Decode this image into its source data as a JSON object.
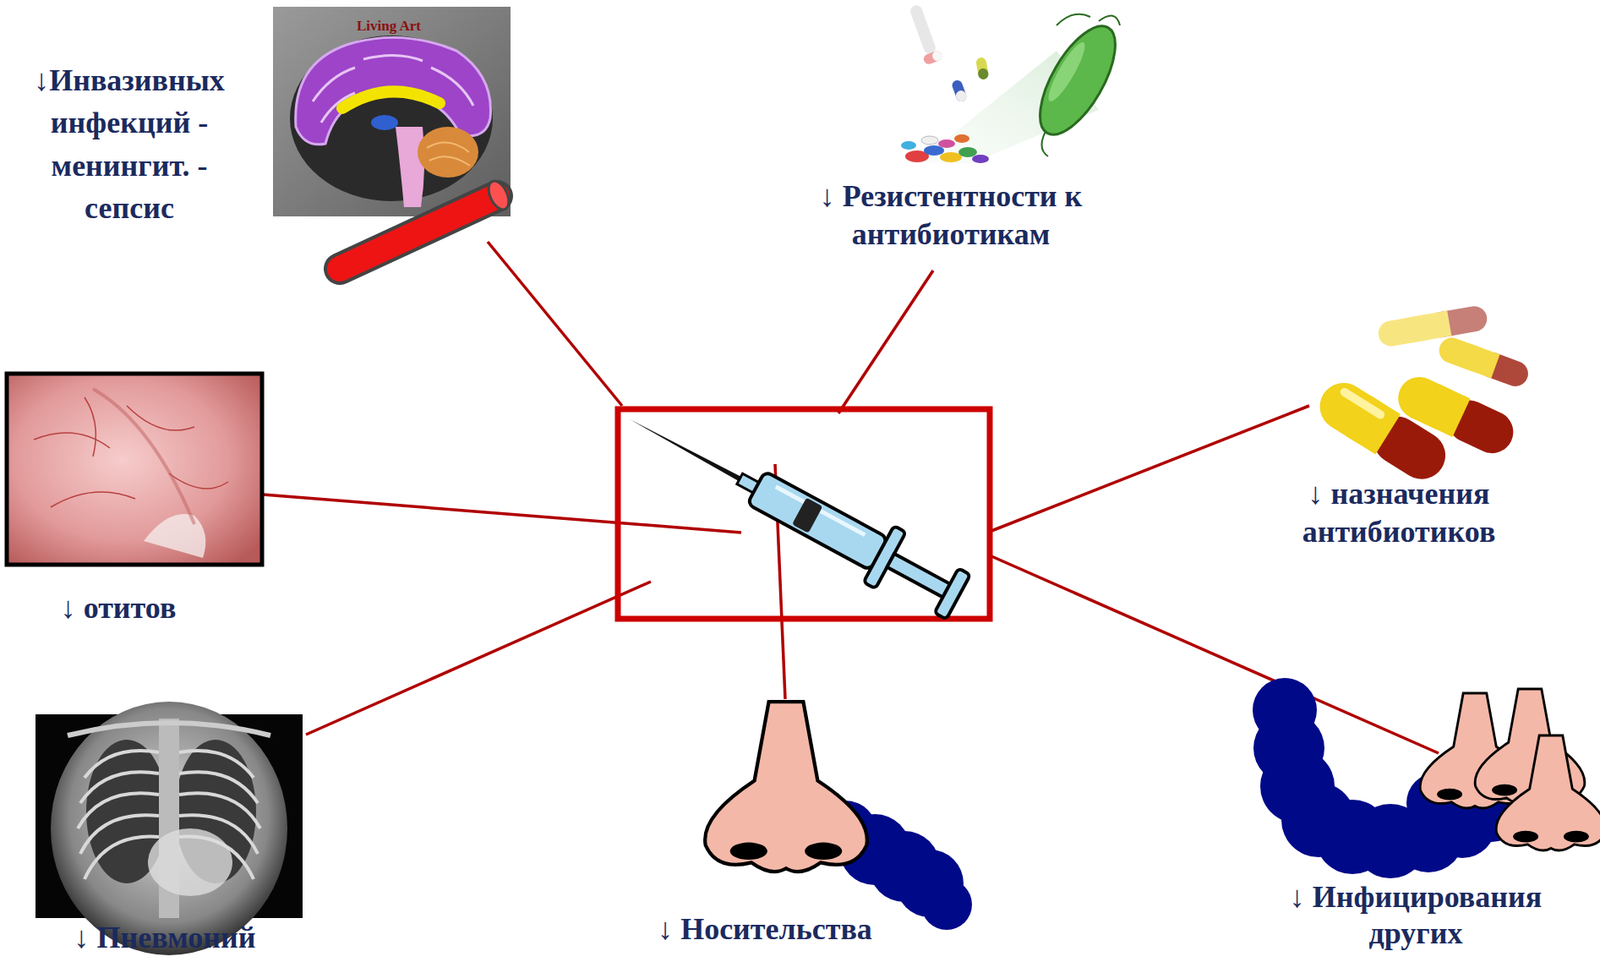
{
  "diagram": {
    "labels": [
      "↓Инвазивных инфекций - менингит. - сепсис",
      "Living Art",
      "↓ Резистентности к антибиотикам",
      "↓ назначения антибиотиков",
      "↓ отитов",
      "↓ Пневмоний",
      "↓ Носительства",
      "↓ Инфицирования других"
    ]
  }
}
